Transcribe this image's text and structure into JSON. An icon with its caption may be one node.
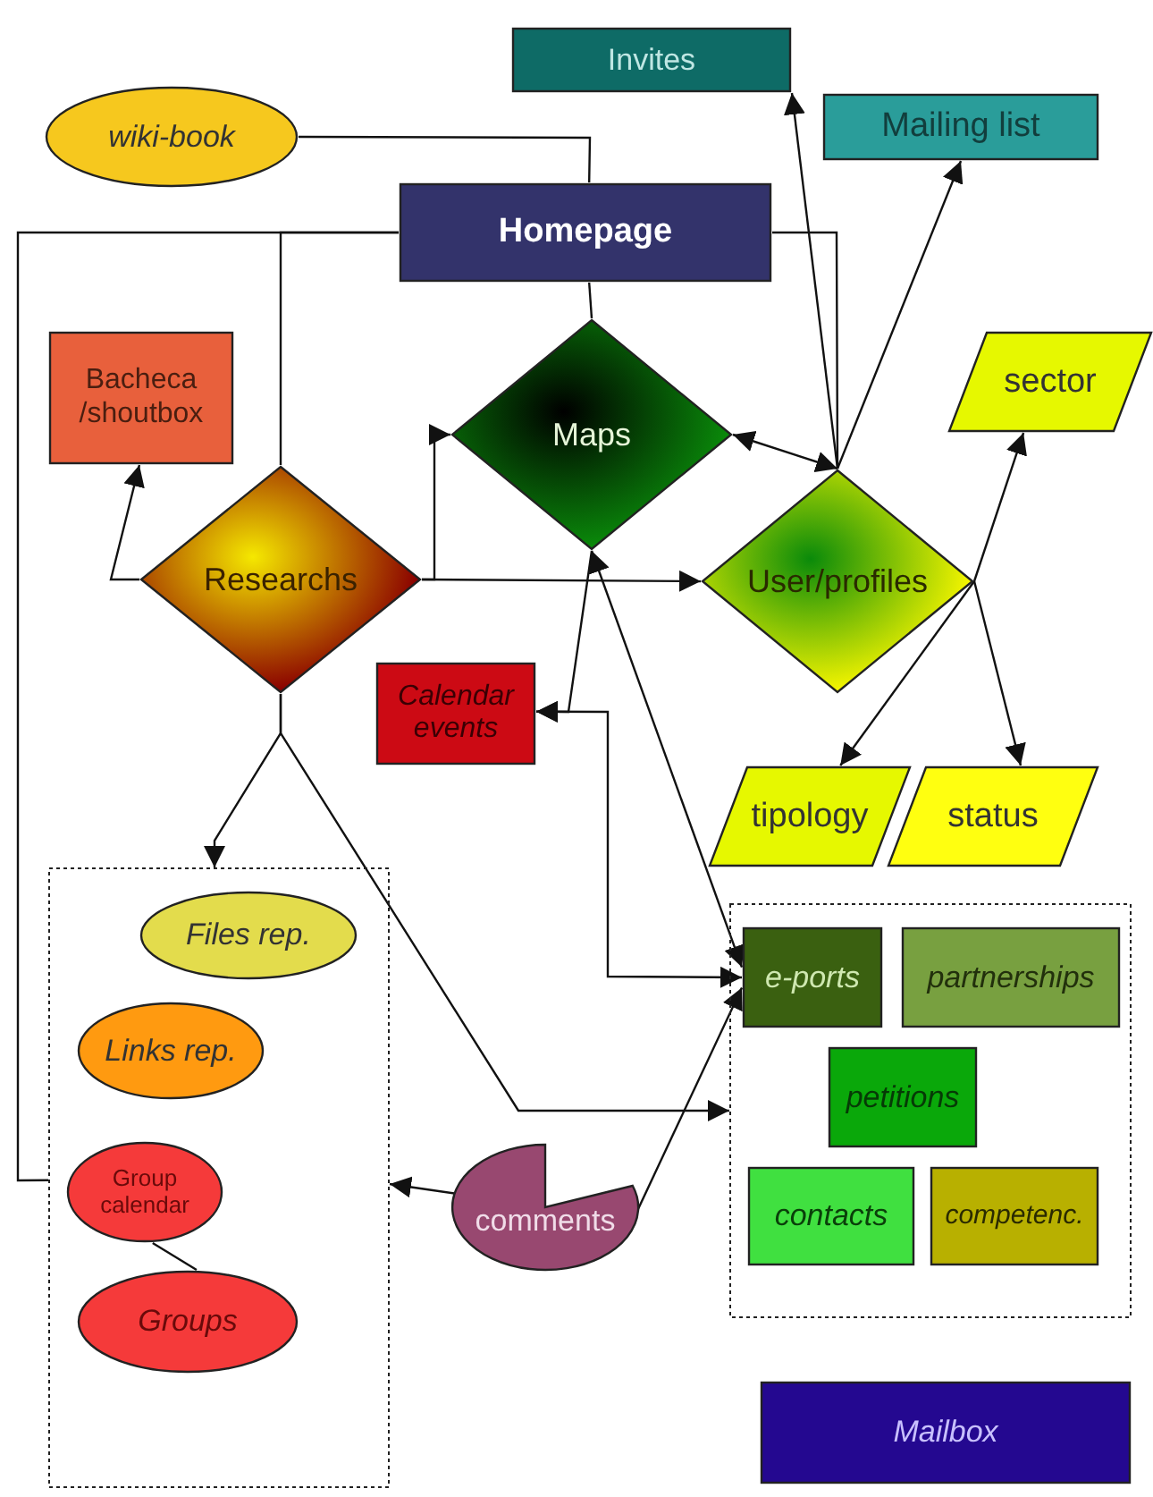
{
  "diagram": {
    "nodes": [
      {
        "text": [
          "Invites"
        ]
      },
      {
        "text": [
          "wiki-book"
        ]
      },
      {
        "text": [
          "Mailing list"
        ]
      },
      {
        "text": [
          "Homepage"
        ]
      },
      {
        "text": [
          "Bacheca /shoutbox"
        ]
      },
      {
        "text": [
          "Maps"
        ]
      },
      {
        "text": [
          "sector"
        ]
      },
      {
        "text": [
          "Researchs"
        ]
      },
      {
        "text": [
          "User/profiles"
        ]
      },
      {
        "text": [
          "Calendar events"
        ]
      },
      {
        "text": [
          "tipology"
        ]
      },
      {
        "text": [
          "status"
        ]
      },
      {
        "text": [],
        "shape": "box"
      },
      {
        "text": [
          "Files rep."
        ],
        "in": 12
      },
      {
        "text": [
          "Links rep."
        ],
        "in": 12
      },
      {
        "text": [
          "Group calendar"
        ],
        "in": 12
      },
      {
        "text": [
          "Groups"
        ],
        "in": 12
      },
      {
        "text": [],
        "shape": "box"
      },
      {
        "text": [
          "e-ports"
        ],
        "in": 17
      },
      {
        "text": [
          "partnerships"
        ],
        "in": 17
      },
      {
        "text": [
          "petitions"
        ],
        "in": 17
      },
      {
        "text": [
          "comments"
        ]
      },
      {
        "text": [
          "contacts"
        ],
        "in": 17
      },
      {
        "text": [
          "competenc."
        ],
        "in": 17
      },
      {
        "text": [
          "Mailbox"
        ]
      }
    ],
    "edges": [
      {
        "from": 1,
        "to": 3,
        "arrow": "none"
      },
      {
        "from": 3,
        "to": 5,
        "arrow": "none"
      },
      {
        "from": 3,
        "to": 7,
        "arrow": "none"
      },
      {
        "from": 3,
        "to": 8,
        "arrow": "none"
      },
      {
        "from": 3,
        "to": 12,
        "arrow": "none"
      },
      {
        "from": 8,
        "to": 0,
        "arrow": "to"
      },
      {
        "from": 8,
        "to": 2,
        "arrow": "to"
      },
      {
        "from": 5,
        "to": 8,
        "arrow": "both"
      },
      {
        "from": 8,
        "to": 6,
        "arrow": "to"
      },
      {
        "from": 8,
        "to": 10,
        "arrow": "to"
      },
      {
        "from": 8,
        "to": 11,
        "arrow": "to"
      },
      {
        "from": 7,
        "to": 4,
        "arrow": "to"
      },
      {
        "from": 7,
        "to": 5,
        "arrow": "to"
      },
      {
        "from": 7,
        "to": 8,
        "arrow": "to"
      },
      {
        "from": 7,
        "to": 12,
        "arrow": "to"
      },
      {
        "from": 7,
        "to": 17,
        "arrow": "to"
      },
      {
        "from": 5,
        "to": 9,
        "arrow": "to"
      },
      {
        "from": 9,
        "to": 18,
        "arrow": "both"
      },
      {
        "from": 5,
        "to": 18,
        "arrow": "both"
      },
      {
        "from": 21,
        "to": 18,
        "arrow": "to"
      },
      {
        "from": 21,
        "to": 12,
        "arrow": "to"
      },
      {
        "from": 15,
        "to": 16,
        "arrow": "none"
      }
    ]
  }
}
